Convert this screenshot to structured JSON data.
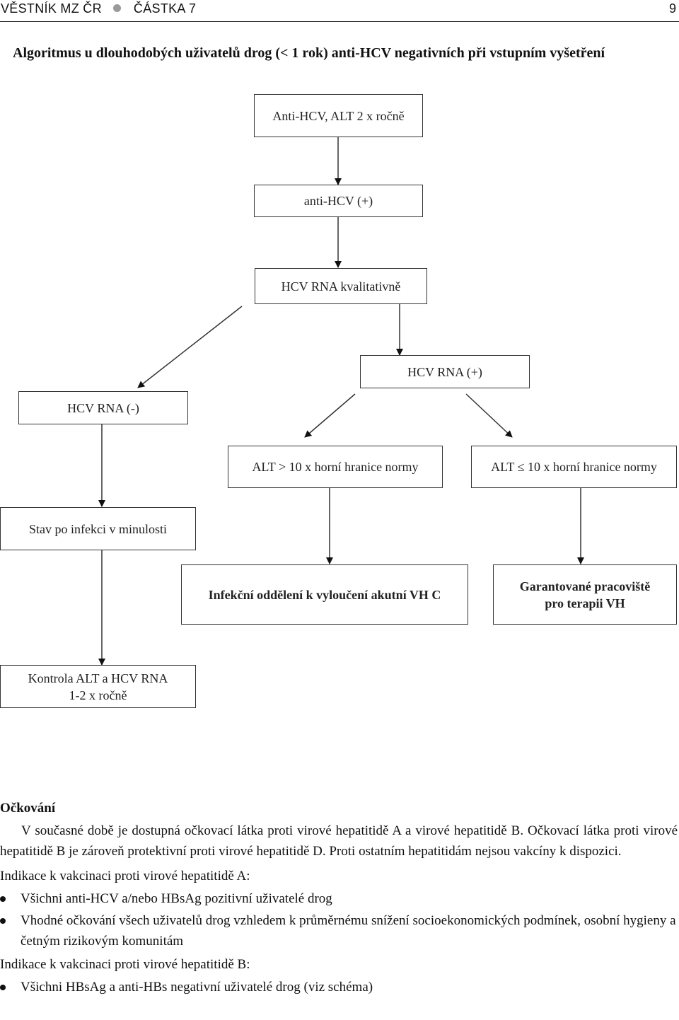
{
  "header": {
    "journal": "VĚSTNÍK MZ ČR",
    "part": "ČÁSTKA 7",
    "page_number": "9"
  },
  "title": "Algoritmus u dlouhodobých uživatelů drog (< 1 rok) anti-HCV negativních při vstupním vyšetření",
  "flowchart": {
    "anti_hcv_alt": "Anti-HCV, ALT 2 x ročně",
    "anti_hcv_pos": "anti-HCV (+)",
    "hcv_rna_qual": "HCV RNA kvalitativně",
    "hcv_rna_pos": "HCV RNA (+)",
    "hcv_rna_neg": "HCV RNA (-)",
    "alt_gt": "ALT > 10 x horní hranice normy",
    "alt_le": "ALT ≤ 10 x horní hranice normy",
    "past_infection": "Stav po infekci v minulosti",
    "infectious_dept": "Infekční oddělení k vyloučení akutní VH C",
    "guaranteed_center_line1": "Garantované pracoviště",
    "guaranteed_center_line2": "pro terapii VH",
    "control_line1": "Kontrola ALT a HCV RNA",
    "control_line2": "1-2 x ročně"
  },
  "vaccination": {
    "heading": "Očkování",
    "intro": "V současné době je dostupná očkovací látka proti virové hepatitidě A a virové hepatitidě B. Očkovací látka proti virové hepatitidě B je zároveň protektivní proti virové hepatitidě D. Proti ostatním hepatitidám nejsou vakcíny k dispozici.",
    "indication_a_label": "Indikace k vakcinaci proti virové hepatitidě A:",
    "indication_a_items": [
      "Všichni anti-HCV a/nebo HBsAg pozitivní uživatelé drog",
      "Vhodné očkování všech uživatelů drog vzhledem k průměrnému snížení socioekonomických podmínek, osobní hygieny a četným rizikovým komunitám"
    ],
    "indication_b_label": "Indikace k vakcinaci proti virové hepatitidě B:",
    "indication_b_items": [
      "Všichni HBsAg a anti-HBs negativní uživatelé drog (viz schéma)"
    ]
  }
}
